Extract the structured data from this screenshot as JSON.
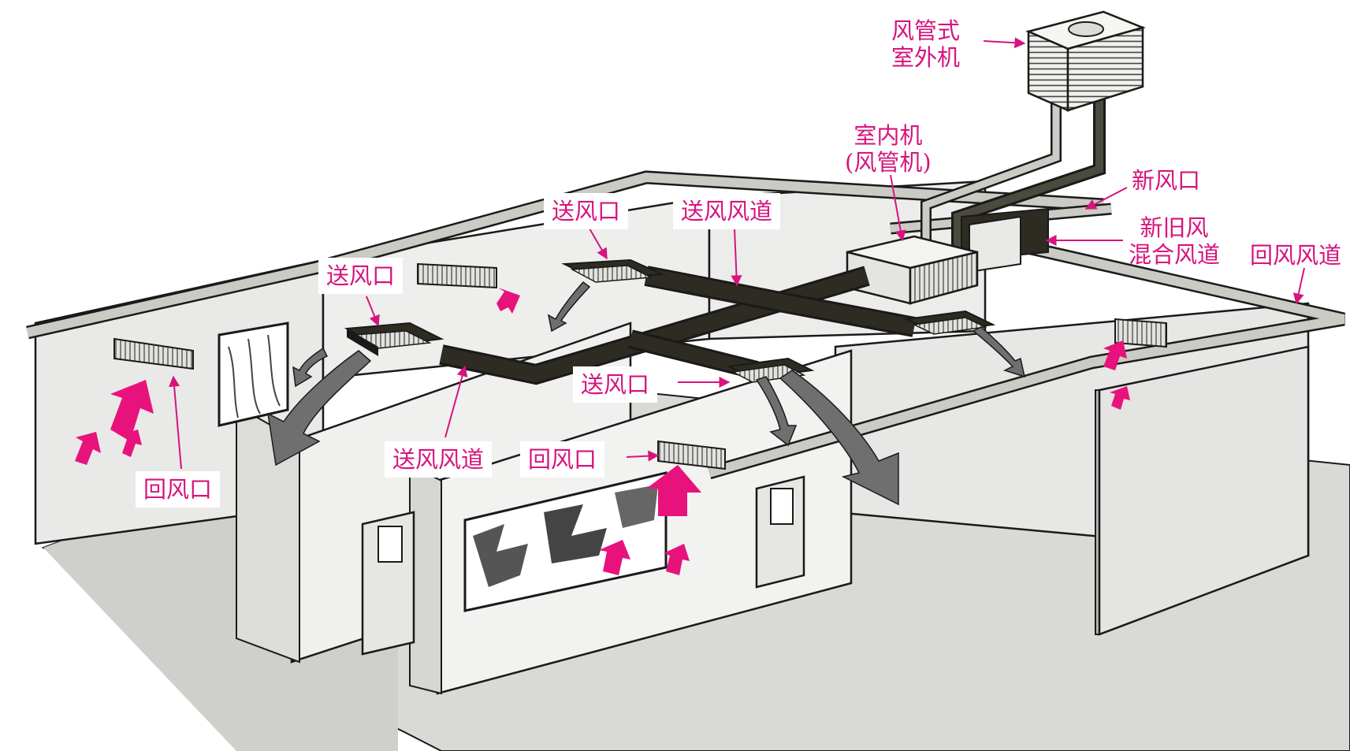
{
  "labels": {
    "outdoor_unit_line1": "风管式",
    "outdoor_unit_line2": "室外机",
    "indoor_unit_line1": "室内机",
    "indoor_unit_line2": "(风管机)",
    "fresh_air_inlet": "新风口",
    "mixing_duct_line1": "新旧风",
    "mixing_duct_line2": "混合风道",
    "return_air_duct": "回风风道",
    "supply_outlet_top": "送风口",
    "supply_duct_top": "送风风道",
    "supply_outlet_left": "送风口",
    "supply_outlet_center": "送风口",
    "supply_duct_bottom": "送风风道",
    "return_inlet_left": "回风口",
    "return_inlet_center": "回风口"
  },
  "colors": {
    "label_text": "#d6147e",
    "airflow_arrow": "#e8127c",
    "supply_duct": "#2e2b22",
    "return_duct": "#c9cbc4",
    "wall": "#e9e9e7",
    "floor": "#d9d9d6",
    "outline": "#1a1a1a",
    "supply_airflow": "#6f6f6f"
  }
}
